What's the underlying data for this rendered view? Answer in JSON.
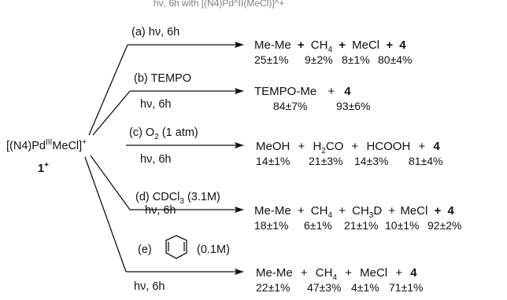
{
  "colors": {
    "ink": "#111111",
    "background": "#ffffff"
  },
  "header_partial": "hν, 6h  with [(N4)Pd^II(MeCl)]^+",
  "reactant": {
    "complex": "[(N4)Pd",
    "ox": "III",
    "ligand": "MeCl]",
    "charge": "+",
    "id": "1",
    "id_charge": "+"
  },
  "branches": {
    "a": {
      "cond_top": "(a) hν,  6h",
      "products": [
        "Me-Me",
        "CH",
        "4",
        "MeCl",
        "4"
      ],
      "plus": "+",
      "yields": [
        "25±1%",
        "9±2%",
        "8±1%",
        "80±4%"
      ]
    },
    "b": {
      "cond_top": "(b) TEMPO",
      "cond_bottom": "hν, 6h",
      "products": [
        "TEMPO-Me",
        "4"
      ],
      "plus": "+",
      "yields": [
        "84±7%",
        "93±6%"
      ]
    },
    "c": {
      "cond_top_a": "(c) O",
      "cond_top_sub": "2",
      "cond_top_b": " (1 atm)",
      "cond_bottom": "hν, 6h",
      "products": [
        "MeOH",
        "H",
        "2",
        "CO",
        "HCOOH",
        "4"
      ],
      "plus": "+",
      "yields": [
        "14±1%",
        "21±3%",
        "14±3%",
        "81±4%"
      ]
    },
    "d": {
      "cond_top_a": "(d) CDCl",
      "cond_top_sub": "3",
      "cond_top_b": " (3.1M)",
      "cond_bottom": "hν, 6h",
      "products": [
        "Me-Me",
        "CH",
        "4",
        "CH",
        "3",
        "D",
        "MeCl",
        "4"
      ],
      "plus": "+",
      "yields": [
        "18±1%",
        "6±1%",
        "21±1%",
        "10±1%",
        "92±2%"
      ]
    },
    "e": {
      "cond_top_a": "(e)",
      "cond_top_b": "(0.1M)",
      "cond_bottom": "hν, 6h",
      "products": [
        "Me-Me",
        "CH",
        "4",
        "MeCl",
        "4"
      ],
      "plus": "+",
      "yields": [
        "22±1%",
        "47±3%",
        "4±1%",
        "71±1%"
      ]
    }
  }
}
